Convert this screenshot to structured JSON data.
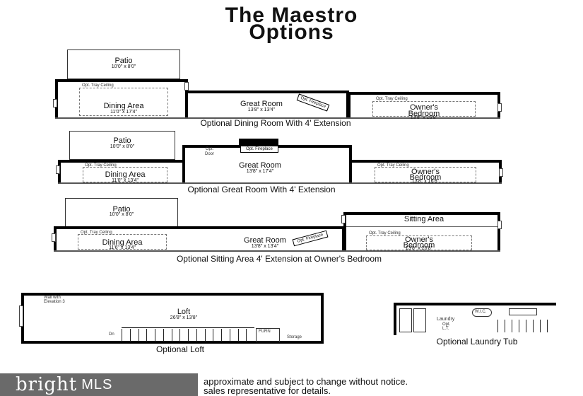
{
  "title": {
    "line1": "The Maestro",
    "line2": "Options"
  },
  "plan1": {
    "patio": {
      "name": "Patio",
      "dim": "10'0\" x 8'0\""
    },
    "dining": {
      "tray": "Opt. Tray Ceiling",
      "name": "Dining Area",
      "dim": "11'0\" x 17'4\""
    },
    "great": {
      "name": "Great Room",
      "dim": "13'8\" x 13'4\""
    },
    "fireplace": "Opt. Fireplace",
    "owner": {
      "tray": "Opt. Tray Ceiling",
      "name1": "Owner's",
      "name2": "Bedroom",
      "dim": "13'8\" x 16'8\""
    },
    "caption": "Optional Dining Room With 4' Extension"
  },
  "plan2": {
    "patio": {
      "name": "Patio",
      "dim": "10'0\" x 8'0\""
    },
    "door": {
      "l1": "Opt.",
      "l2": "Door"
    },
    "fireplace": "Opt. Fireplace",
    "dining": {
      "tray": "Opt. Tray Ceiling",
      "name": "Dining Area",
      "dim": "11'0\" x 13'4\""
    },
    "great": {
      "name": "Great Room",
      "dim": "13'8\" x 17'4\""
    },
    "owner": {
      "tray": "Opt. Tray Ceiling",
      "name1": "Owner's",
      "name2": "Bedroom",
      "dim": "13'8\" x 16'8\""
    },
    "caption": "Optional Great Room With 4' Extension"
  },
  "plan3": {
    "patio": {
      "name": "Patio",
      "dim": "10'0\" x 8'0\""
    },
    "sitting": "Sitting Area",
    "dining": {
      "tray": "Opt. Tray Ceiling",
      "name": "Dining Area",
      "dim": "11'6\" x 13'4\""
    },
    "great": {
      "name": "Great Room",
      "dim": "13'8\" x 13'4\""
    },
    "fireplace": "Opt. Fireplace",
    "owner": {
      "tray": "Opt. Tray Ceiling",
      "name1": "Owner's",
      "name2": "Bedroom",
      "dim": "13'8\" x 20'8\""
    },
    "caption": "Optional Sitting Area 4' Extension at Owner's Bedroom"
  },
  "loft": {
    "wall_note1": "Wall with",
    "wall_note2": "Elevation 3",
    "name": "Loft",
    "dim": "26'8\" x 13'8\"",
    "dn": "Dn",
    "furn": "FURN",
    "storage": "Storage",
    "caption": "Optional Loft"
  },
  "laundry": {
    "wic": "W.I.C.",
    "name": "Laundry",
    "opt1": "Opt.",
    "opt2": "L.T.",
    "caption": "Optional Laundry Tub"
  },
  "footer": {
    "line1": "approximate and subject to change without notice.",
    "line2": "sales representative for details."
  },
  "watermark": {
    "brand": "bright",
    "mls": "MLS"
  }
}
